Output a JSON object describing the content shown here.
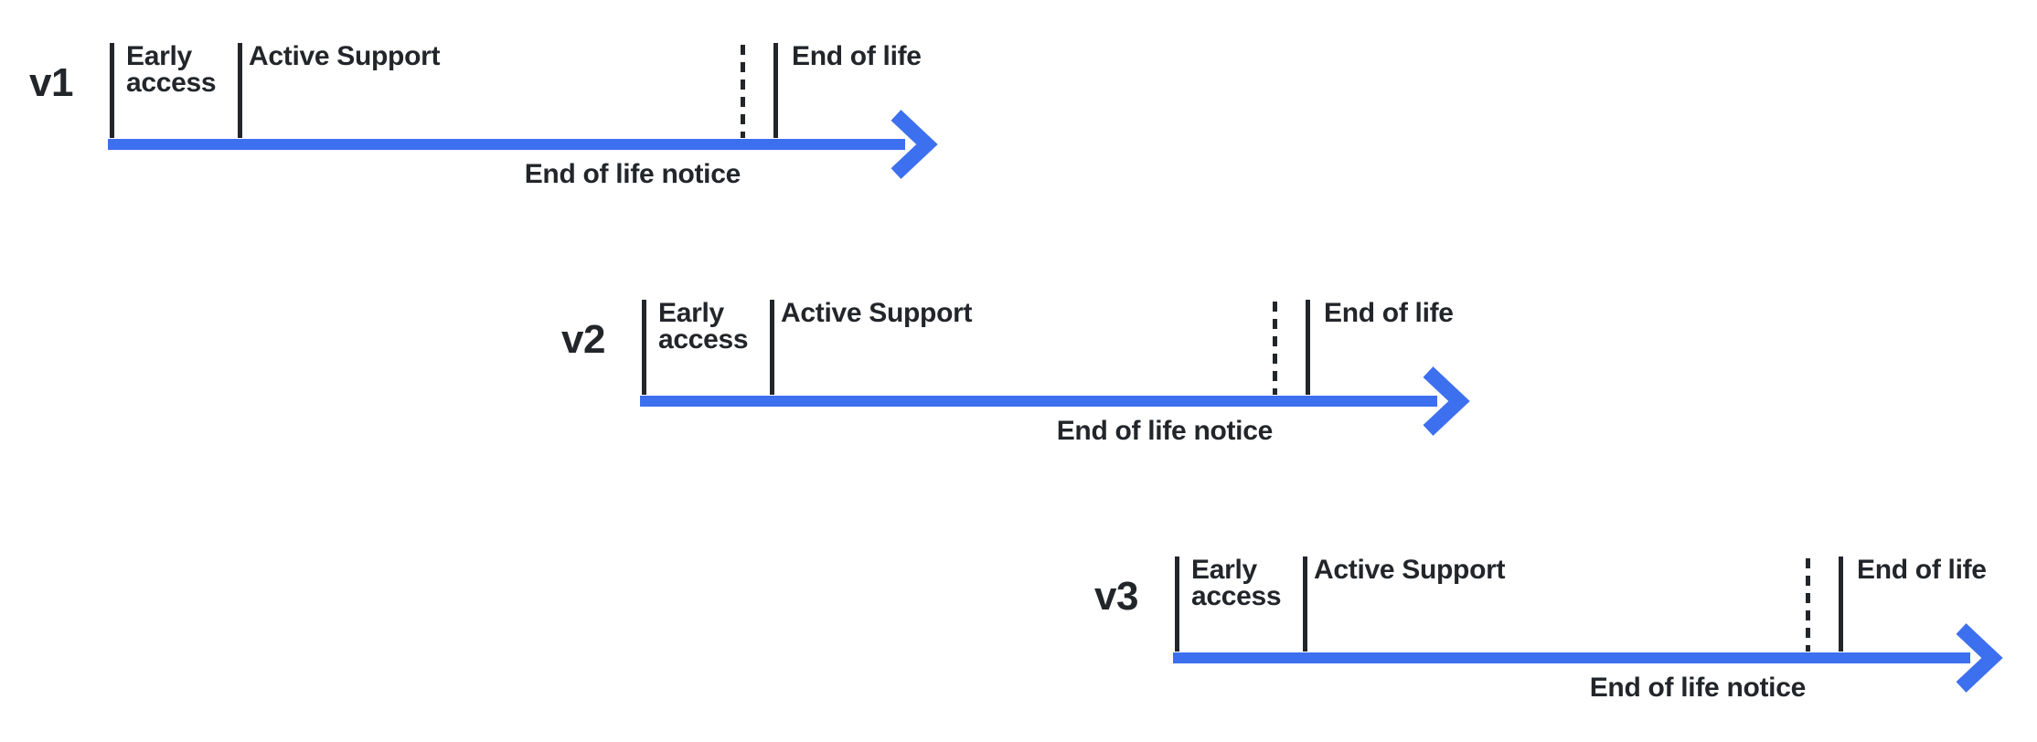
{
  "diagram": {
    "type": "version-lifecycle-timeline-diagram",
    "colors": {
      "accent": "#3D70EE",
      "ink": "#222529",
      "background": "#FFFFFF"
    },
    "timelines": [
      {
        "version": "v1",
        "phases": {
          "early_access": "Early access",
          "active_support": "Active Support",
          "end_of_life": "End of life"
        },
        "notice": "End of life notice"
      },
      {
        "version": "v2",
        "phases": {
          "early_access": "Early access",
          "active_support": "Active Support",
          "end_of_life": "End of life"
        },
        "notice": "End of life notice"
      },
      {
        "version": "v3",
        "phases": {
          "early_access": "Early access",
          "active_support": "Active Support",
          "end_of_life": "End of life"
        },
        "notice": "End of life notice"
      }
    ]
  }
}
